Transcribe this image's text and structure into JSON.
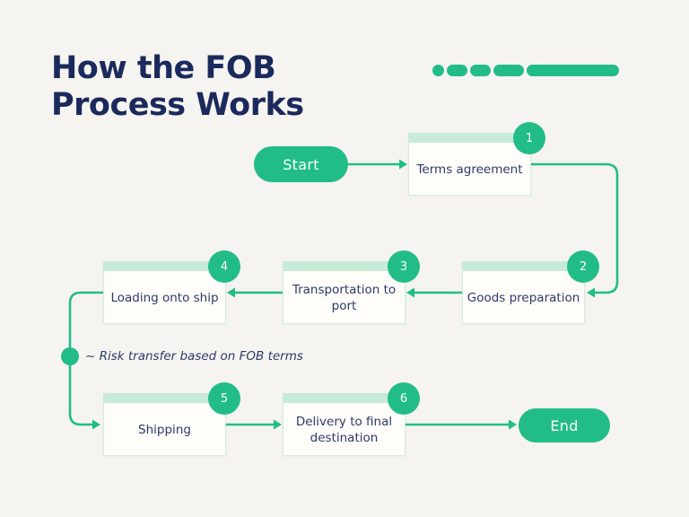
{
  "title": {
    "line1": "How the FOB",
    "line2": "Process Works"
  },
  "flow": {
    "start_label": "Start",
    "end_label": "End",
    "steps": [
      {
        "number": "1",
        "label": "Terms agreement"
      },
      {
        "number": "2",
        "label": "Goods preparation"
      },
      {
        "number": "3",
        "label": "Transportation to port"
      },
      {
        "number": "4",
        "label": "Loading onto ship"
      },
      {
        "number": "5",
        "label": "Shipping"
      },
      {
        "number": "6",
        "label": "Delivery to final destination"
      }
    ],
    "annotation": "~ Risk transfer based on FOB terms"
  },
  "colors": {
    "accent_green": "#22bd86",
    "strip_mint": "#c6ebd8",
    "card_border": "#cfeee0",
    "card_background": "#fffdf9",
    "page_background": "#f6f4f0",
    "title_navy": "#1b2a5c",
    "text_navy": "#2c3a6a"
  }
}
